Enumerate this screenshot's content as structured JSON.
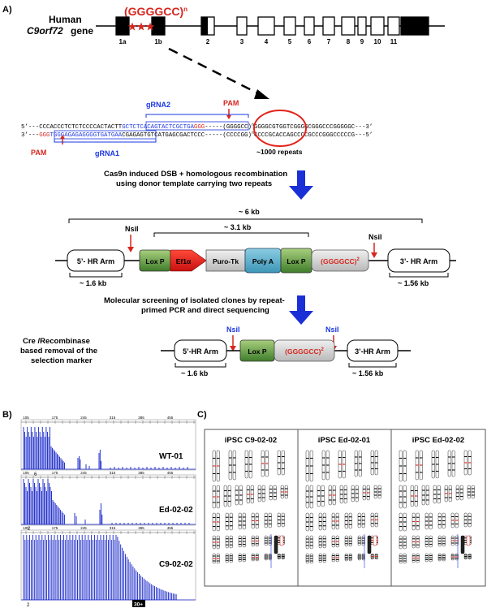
{
  "panels": {
    "a": "A)",
    "b": "B)",
    "c": "C)"
  },
  "gene": {
    "species": "Human",
    "name": "C9orf72",
    "suffix": "gene",
    "repeat_label": "(GGGGCC)",
    "repeat_sup": "n",
    "exons": [
      "1a",
      "1b",
      "2",
      "3",
      "4",
      "5",
      "6",
      "7",
      "8",
      "9",
      "10",
      "11"
    ]
  },
  "sequence": {
    "gRNA2": "gRNA2",
    "gRNA1": "gRNA1",
    "pam": "PAM",
    "top_5": "5’",
    "top_black": "CCCACCCTCTCTCCCCACTACTT",
    "top_blue": "GCTCTCACAGTACTCGCTGA",
    "top_red": "GGG",
    "top_dash": "-----",
    "top_repeat": "(GGGGCC)",
    "top_repeat_sup": "n",
    "top_tail": "GGGGCGTGGTCGGGGCGGGCCCGGGGGC",
    "top_3": "---3’",
    "bot_3": "3’",
    "bot_red": "GGG",
    "bot_blue": "TGGGAGAGAGGGGTGATGAA",
    "bot_black": "CGAGAGTGTCATGAGCGACTCCC",
    "bot_dash": "-----",
    "bot_repeat": "(CCCCGG)",
    "bot_repeat_sup": "n",
    "bot_tail": "CCCCGCACCAGCCCCGCCCGGGCCCCCG",
    "bot_5": "---5’",
    "repeats_note": "~1000 repeats"
  },
  "steps": {
    "step1_line1": "Cas9n induced DSB + homologous recombination",
    "step1_line2": "using donor template carrying two repeats",
    "step2_line1": "Molecular screening of isolated clones by repeat-",
    "step2_line2": "primed PCR and direct sequencing",
    "cre_line1": "Cre /Recombinase",
    "cre_line2": "based removal of the",
    "cre_line3": "selection marker"
  },
  "donor": {
    "size_6kb": "~ 6 kb",
    "size_31kb": "~ 3.1 kb",
    "nsil": "NsiI",
    "hr5": "5’- HR Arm",
    "hr3": "3’- HR Arm",
    "loxp": "Lox P",
    "ef1a": "Ef1α",
    "purotk": "Puro-Tk",
    "polya": "Poly A",
    "repeat": "(GGGGCC)",
    "repeat_sup": "2",
    "size_16kb": "~ 1.6 kb",
    "size_156kb": "~ 1.56 kb"
  },
  "final": {
    "nsil": "NsiI",
    "hr5": "5’-HR Arm",
    "hr3": "3’-HR Arm",
    "loxp": "Lox P",
    "repeat": "(GGGGCC)",
    "repeat_sup": "2",
    "size_16kb": "~ 1.6 kb",
    "size_156kb": "~ 1.56 kb"
  },
  "traces": {
    "ticks": [
      "105",
      "175",
      "245",
      "315",
      "385",
      "455"
    ],
    "samples": [
      "WT-01",
      "Ed-02-02",
      "C9-02-02"
    ],
    "wt_peak_label": "6",
    "ed_peak_label": "2",
    "c9_peak_label": "2",
    "c9_box": "30+"
  },
  "karyotype": {
    "titles": [
      "iPSC C9-02-02",
      "iPSC Ed-02-01",
      "iPSC Ed-02-02"
    ]
  },
  "colors": {
    "blue": "#1a36e0",
    "red": "#e2231a",
    "trace_blue": "#1020c8",
    "green": "#5d9b3a",
    "teal": "#58a9c8",
    "arrow_blue": "#1a2fd6"
  }
}
